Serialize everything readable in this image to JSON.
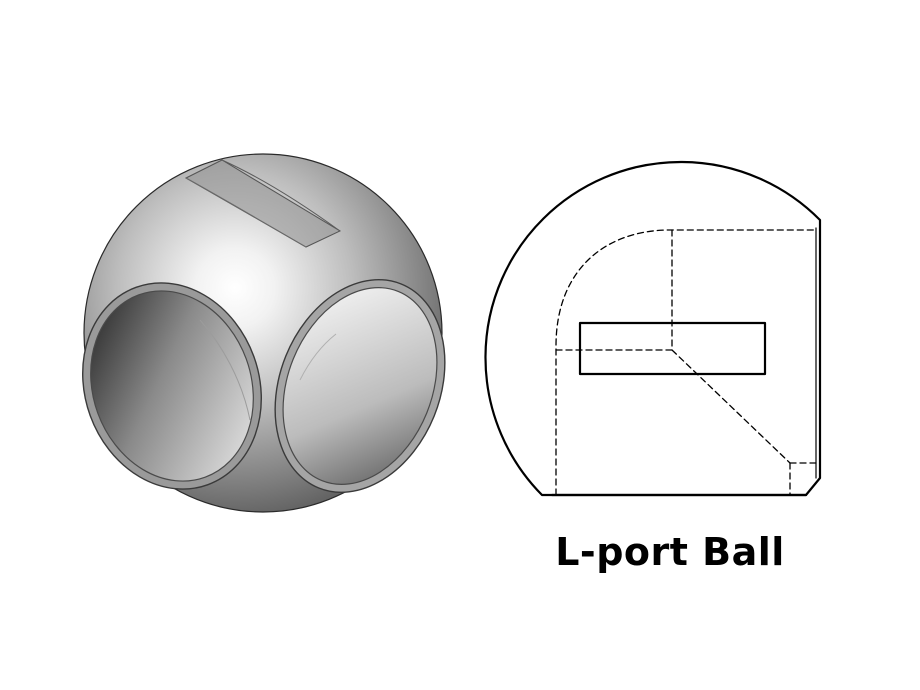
{
  "caption": "L-port Ball",
  "colors": {
    "background": "#ffffff",
    "ink": "#000000",
    "ball_highlight": "#ffffff",
    "ball_mid": "#bdbdbd",
    "ball_shadow": "#3a3a3a"
  },
  "views": {
    "left": "shaded-3d-ball-view",
    "right": "section-line-drawing-view"
  }
}
